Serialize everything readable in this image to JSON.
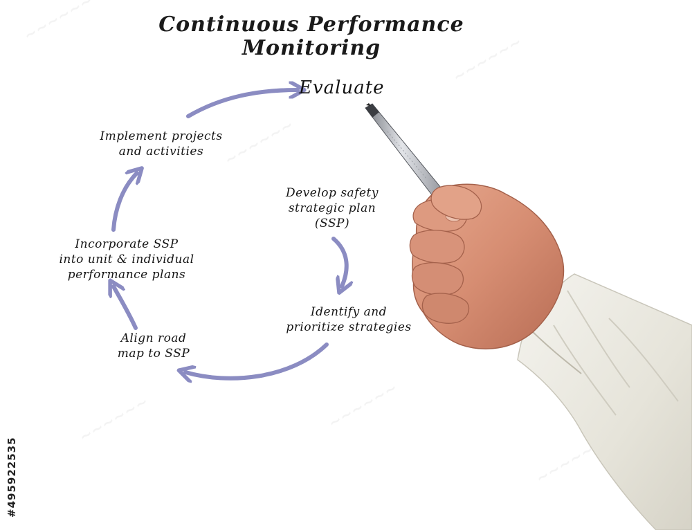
{
  "title": {
    "line1": "Continuous Performance",
    "line2": "Monitoring"
  },
  "steps": {
    "develop": {
      "line1": "Develop safety",
      "line2": "strategic plan",
      "line3": "(SSP)"
    },
    "identify": {
      "line1": "Identify and",
      "line2": "prioritize strategies"
    },
    "align": {
      "line1": "Align road",
      "line2": "map to SSP"
    },
    "incorporate": {
      "line1": "Incorporate SSP",
      "line2": "into unit & individual",
      "line3": "performance plans"
    },
    "implement": {
      "line1": "Implement projects",
      "line2": "and activities"
    },
    "evaluate": {
      "label": "Evaluate"
    }
  },
  "watermark": {
    "stock_id": "#495922535"
  },
  "colors": {
    "arrow": "#8b8cc2",
    "text": "#151515",
    "skin": "#d8957a",
    "sleeve": "#ecebe3",
    "pen": "#b9bcc2"
  }
}
